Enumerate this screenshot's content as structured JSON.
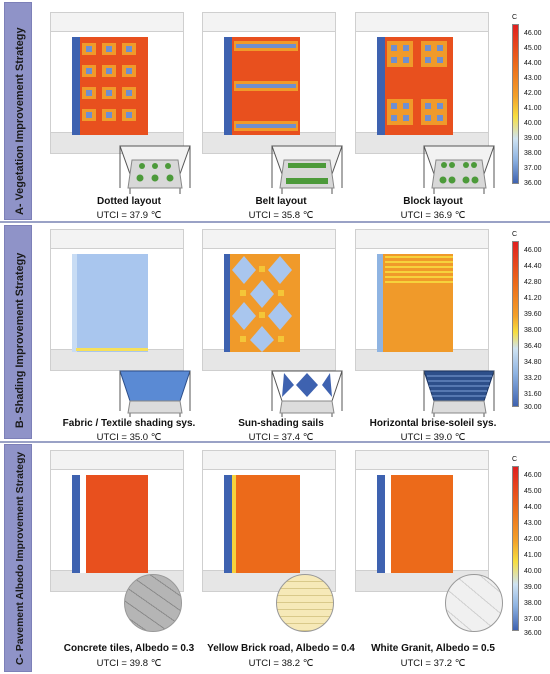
{
  "sections": [
    {
      "label": "A- Vegetation Improvement Strategy",
      "legend_unit": "C",
      "legend_ticks": [
        "46.00",
        "45.00",
        "44.00",
        "43.00",
        "42.00",
        "41.00",
        "40.00",
        "39.00",
        "38.00",
        "37.00",
        "36.00"
      ],
      "panels": [
        {
          "caption": "Dotted layout",
          "utci": "UTCI = 37.9 ℃"
        },
        {
          "caption": "Belt layout",
          "utci": "UTCI = 35.8 ℃"
        },
        {
          "caption": "Block layout",
          "utci": "UTCI = 36.9 ℃"
        }
      ]
    },
    {
      "label": "B- Shading Improvement Strategy",
      "legend_unit": "C",
      "legend_ticks": [
        "46.00",
        "44.40",
        "42.80",
        "41.20",
        "39.60",
        "38.00",
        "36.40",
        "34.80",
        "33.20",
        "31.60",
        "30.00"
      ],
      "panels": [
        {
          "caption": "Fabric / Textile shading sys.",
          "utci": "UTCI = 35.0 ℃"
        },
        {
          "caption": "Sun-shading sails",
          "utci": "UTCI = 37.4 ℃"
        },
        {
          "caption": "Horizontal brise-soleil sys.",
          "utci": "UTCI = 39.0 ℃"
        }
      ]
    },
    {
      "label": "C- Pavement Albedo Improvement Strategy",
      "legend_unit": "C",
      "legend_ticks": [
        "46.00",
        "45.00",
        "44.00",
        "43.00",
        "42.00",
        "41.00",
        "40.00",
        "39.00",
        "38.00",
        "37.00",
        "36.00"
      ],
      "panels": [
        {
          "caption": "Concrete tiles, Albedo = 0.3",
          "utci": "UTCI = 39.8 ℃"
        },
        {
          "caption": "Yellow Brick road, Albedo = 0.4",
          "utci": "UTCI = 38.2 ℃"
        },
        {
          "caption": "White Granit, Albedo = 0.5",
          "utci": "UTCI = 37.2 ℃"
        }
      ]
    }
  ],
  "colors": {
    "hot": "#e8501e",
    "warm": "#f09a2a",
    "mild": "#f6d23c",
    "cool": "#9fc3ea",
    "cold": "#3e62b0",
    "sidebar": "#8f93c8"
  }
}
